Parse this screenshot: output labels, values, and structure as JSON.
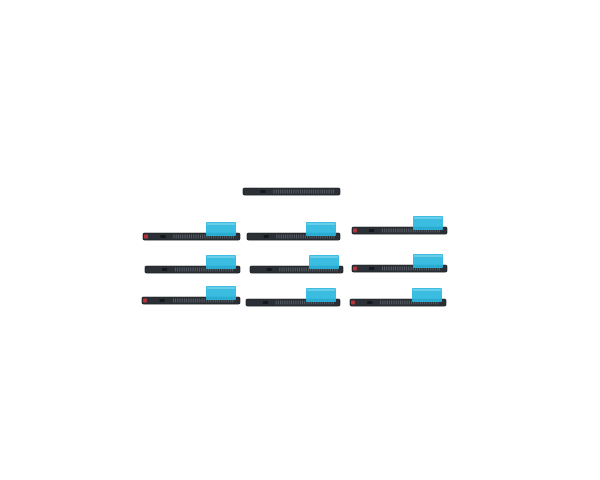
{
  "scene": {
    "subject": "product-photo",
    "background_color": "#ffffff",
    "part_color": "#2b3036",
    "part_edge_color": "#1a1d21",
    "mesh_color": "#5a6068",
    "film_color": "#2ab6de",
    "tip_color": "#b8323a",
    "part_count": 10,
    "film_count": 9
  }
}
